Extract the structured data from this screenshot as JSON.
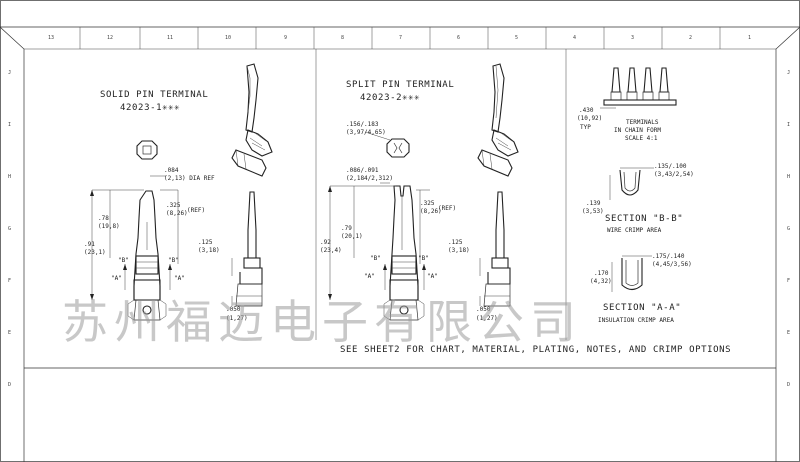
{
  "border": {
    "top_zones": [
      "13",
      "12",
      "11",
      "10",
      "9",
      "8",
      "7",
      "6",
      "5",
      "4",
      "3",
      "2",
      "1"
    ],
    "side_zones": [
      "J",
      "I",
      "H",
      "G",
      "F",
      "E",
      "D"
    ]
  },
  "solid": {
    "title": "SOLID PIN TERMINAL",
    "part_no": "42023-1✳✳✳",
    "dim_dia": ".084",
    "dim_dia_mm": "(2,13) DIA REF",
    "dim_325": ".325",
    "dim_325_mm": "(8,26)",
    "ref": "(REF)",
    "dim_78": ".78",
    "dim_78_mm": "(19,8)",
    "dim_91": ".91",
    "dim_91_mm": "(23,1)",
    "dim_125": ".125",
    "dim_125_mm": "(3,18)",
    "dim_050": ".050",
    "dim_050_mm": "(1,27)",
    "label_b": "\"B\"",
    "label_a": "\"A\""
  },
  "split": {
    "title": "SPLIT PIN TERMINAL",
    "part_no": "42023-2✳✳✳",
    "dim_top": ".156/.183",
    "dim_top_mm": "(3,97/4,65)",
    "dim_086": ".086/.091",
    "dim_086_mm": "(2,184/2,312)",
    "dim_325": ".325",
    "dim_325_mm": "(8,26)",
    "ref": "(REF)",
    "dim_79": ".79",
    "dim_79_mm": "(20,1)",
    "dim_92": ".92",
    "dim_92_mm": "(23,4)",
    "dim_125": ".125",
    "dim_125_mm": "(3,18)",
    "dim_050": ".050",
    "dim_050_mm": "(1,27)",
    "label_b": "\"B\"",
    "label_a": "\"A\""
  },
  "chain": {
    "dim": ".430",
    "dim_mm": "(10,92)",
    "typ": "TYP",
    "caption_1": "TERMINALS",
    "caption_2": "IN CHAIN FORM",
    "caption_3": "SCALE 4:1"
  },
  "section_b": {
    "dim_top": ".135/.100",
    "dim_top_mm": "(3,43/2,54)",
    "dim_side": ".139",
    "dim_side_mm": "(3,53)",
    "title": "SECTION \"B-B\"",
    "caption": "WIRE CRIMP AREA"
  },
  "section_a": {
    "dim_top": ".175/.140",
    "dim_top_mm": "(4,45/3,56)",
    "dim_side": ".170",
    "dim_side_mm": "(4,32)",
    "title": "SECTION \"A-A\"",
    "caption": "INSULATION CRIMP AREA"
  },
  "note": "SEE SHEET2 FOR CHART, MATERIAL, PLATING, NOTES, AND CRIMP OPTIONS",
  "watermark": "苏州福迈电子有限公司"
}
